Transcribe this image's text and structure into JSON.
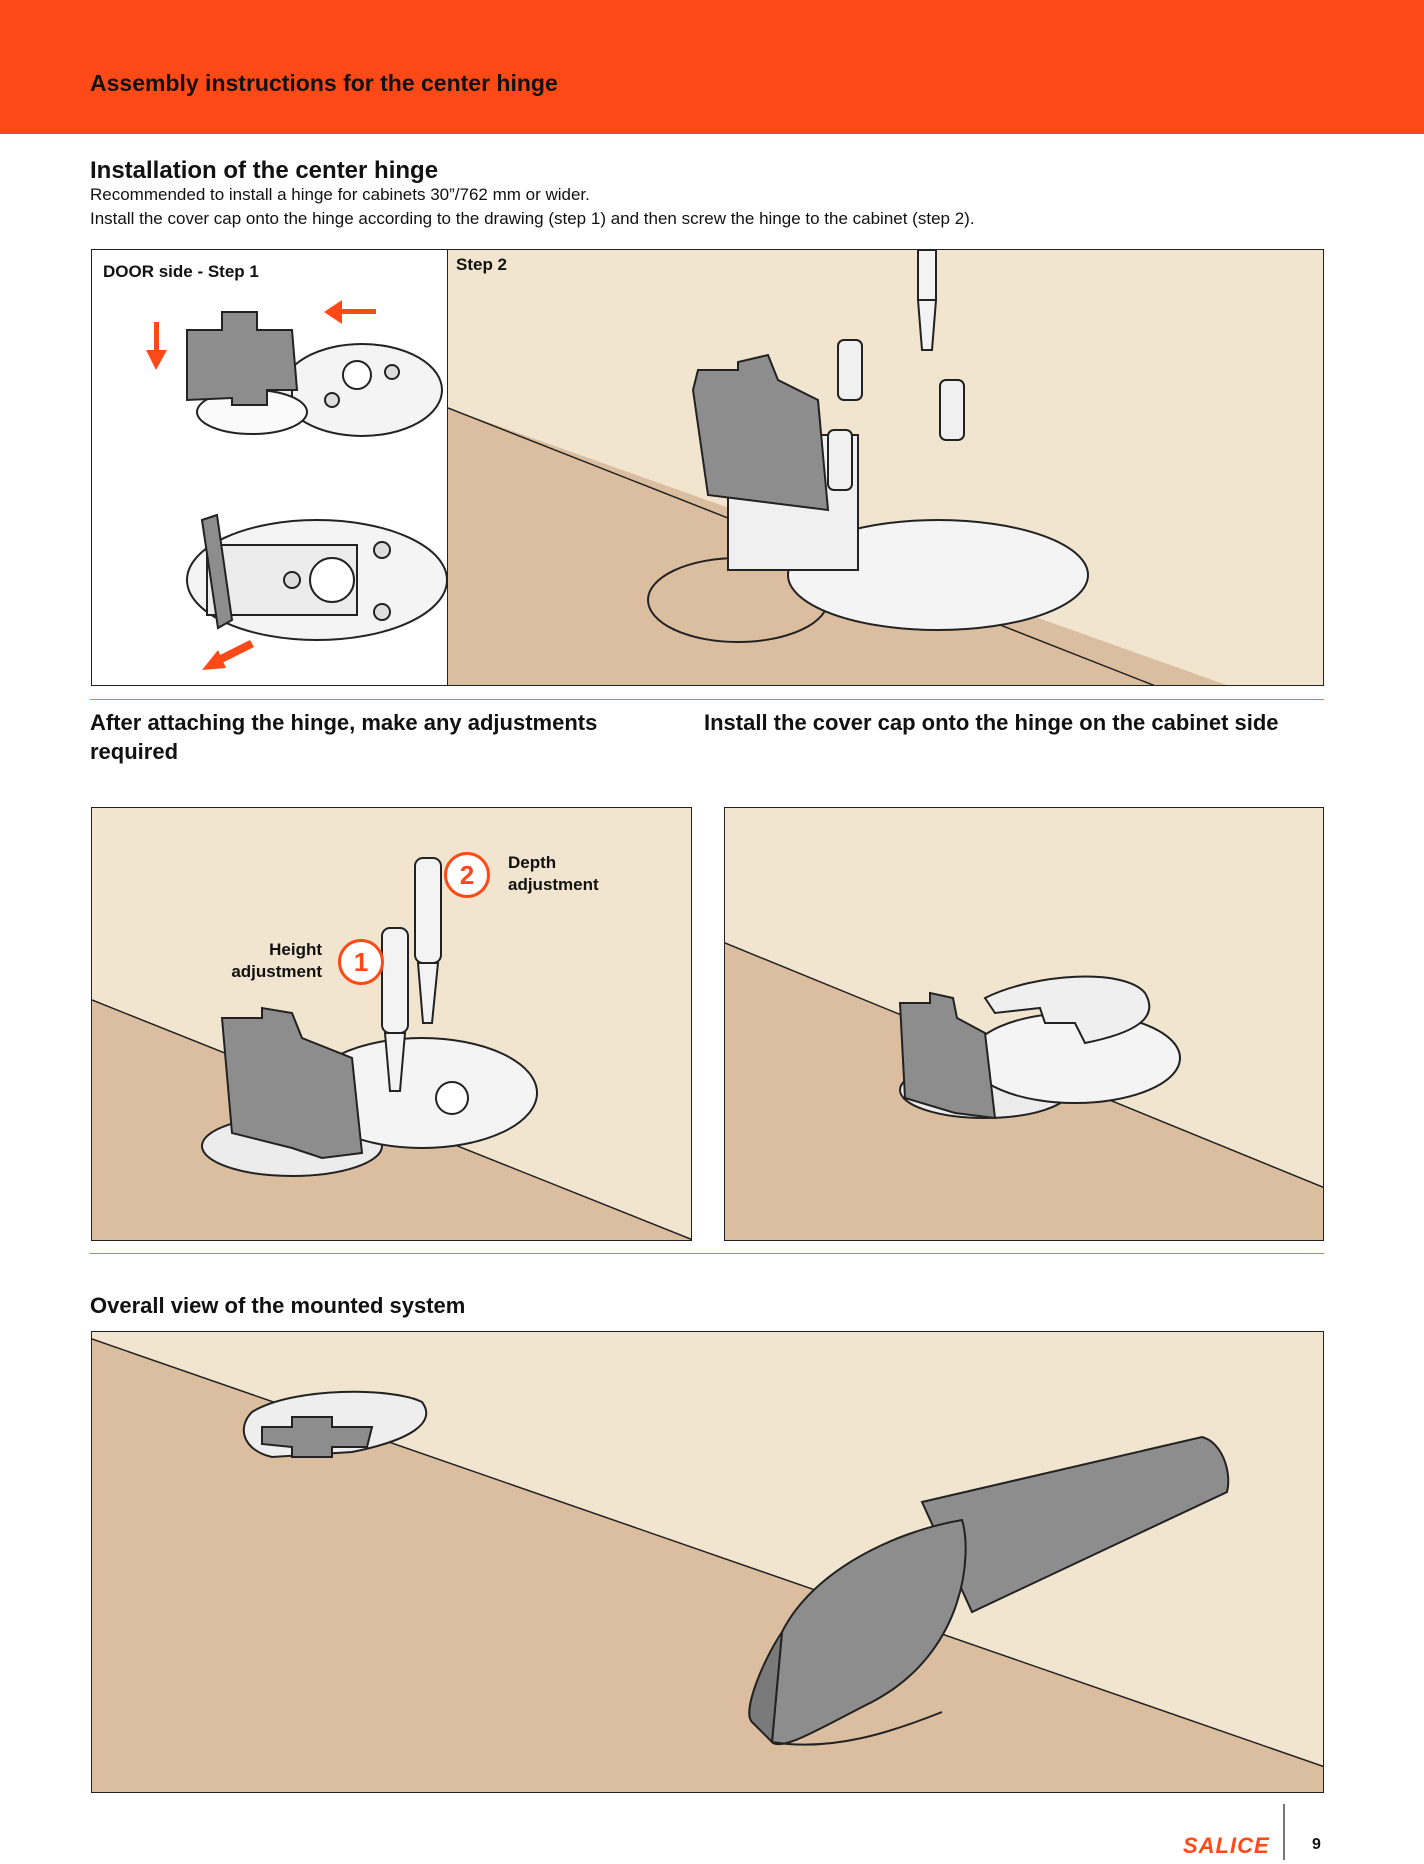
{
  "header": {
    "title": "Assembly instructions for the center hinge",
    "banner_color": "#ff4a17"
  },
  "installation": {
    "heading": "Installation of the center hinge",
    "line1": "Recommended to install a hinge for cabinets 30”/762 mm or wider.",
    "line2": "Install the cover cap onto the hinge according to the drawing (step 1) and then screw the hinge to the cabinet (step 2)."
  },
  "step1": {
    "label": "DOOR side - Step 1"
  },
  "step2": {
    "label": "Step 2"
  },
  "adjust": {
    "heading": "After attaching the hinge, make any adjustments required",
    "callout1_number": "1",
    "callout1_label": "Height adjustment",
    "callout2_number": "2",
    "callout2_label": "Depth adjustment"
  },
  "cabinet_cap": {
    "heading": "Install the cover cap onto the hinge on the cabinet side"
  },
  "overall": {
    "heading": "Overall view of the mounted system"
  },
  "footer": {
    "brand": "SALICE",
    "page_number": "9"
  },
  "colors": {
    "accent": "#ff4a17",
    "wall": "#f2e5cf",
    "wood": "#dbbda0",
    "part_grey": "#8d8d8d"
  }
}
